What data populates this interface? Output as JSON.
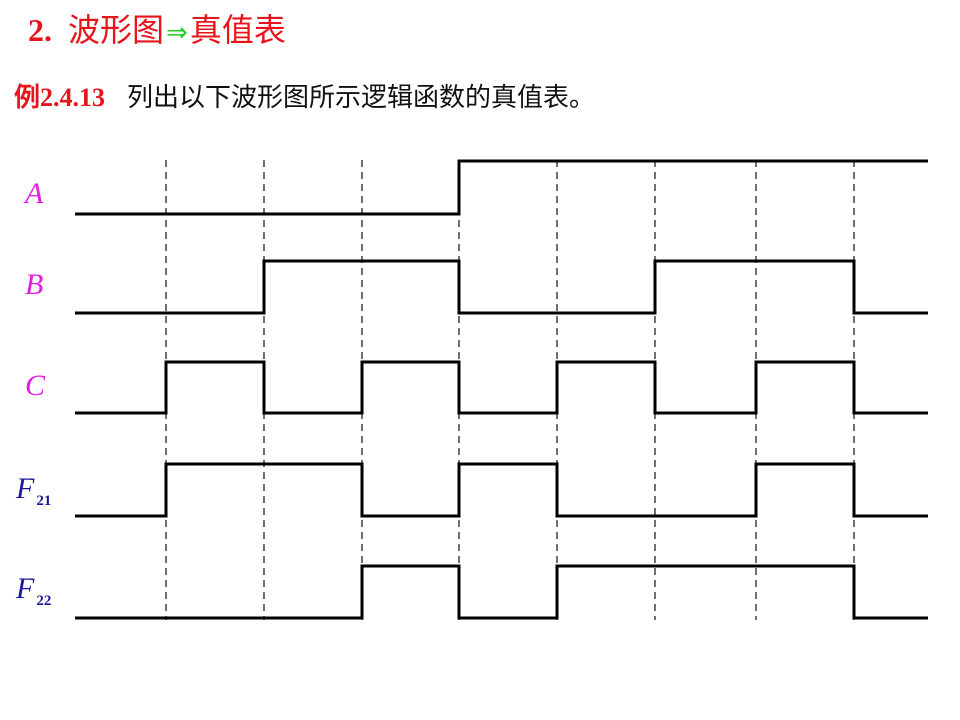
{
  "heading": {
    "number": "2.",
    "before_arrow": "波形图",
    "arrow": "⇒",
    "after_arrow": "真值表"
  },
  "example": {
    "label": "例2.4.13",
    "text": "列出以下波形图所示逻辑函数的真值表。"
  },
  "colors": {
    "title": "#e8141c",
    "arrow": "#22cc22",
    "input_label": "#e020e0",
    "output_label": "#1a1aa0",
    "waveform": "#000000"
  },
  "signals": [
    {
      "name": "A",
      "subscript": "",
      "kind": "input",
      "levels": [
        0,
        0,
        0,
        0,
        1,
        1,
        1,
        1,
        1
      ]
    },
    {
      "name": "B",
      "subscript": "",
      "kind": "input",
      "levels": [
        0,
        0,
        1,
        1,
        0,
        0,
        1,
        1,
        0
      ]
    },
    {
      "name": "C",
      "subscript": "",
      "kind": "input",
      "levels": [
        0,
        1,
        0,
        1,
        0,
        1,
        0,
        1,
        0
      ]
    },
    {
      "name": "F",
      "subscript": "21",
      "kind": "output",
      "levels": [
        0,
        1,
        1,
        0,
        1,
        0,
        0,
        1,
        0
      ]
    },
    {
      "name": "F",
      "subscript": "22",
      "kind": "output",
      "levels": [
        0,
        0,
        0,
        1,
        0,
        1,
        1,
        1,
        0
      ]
    }
  ]
}
